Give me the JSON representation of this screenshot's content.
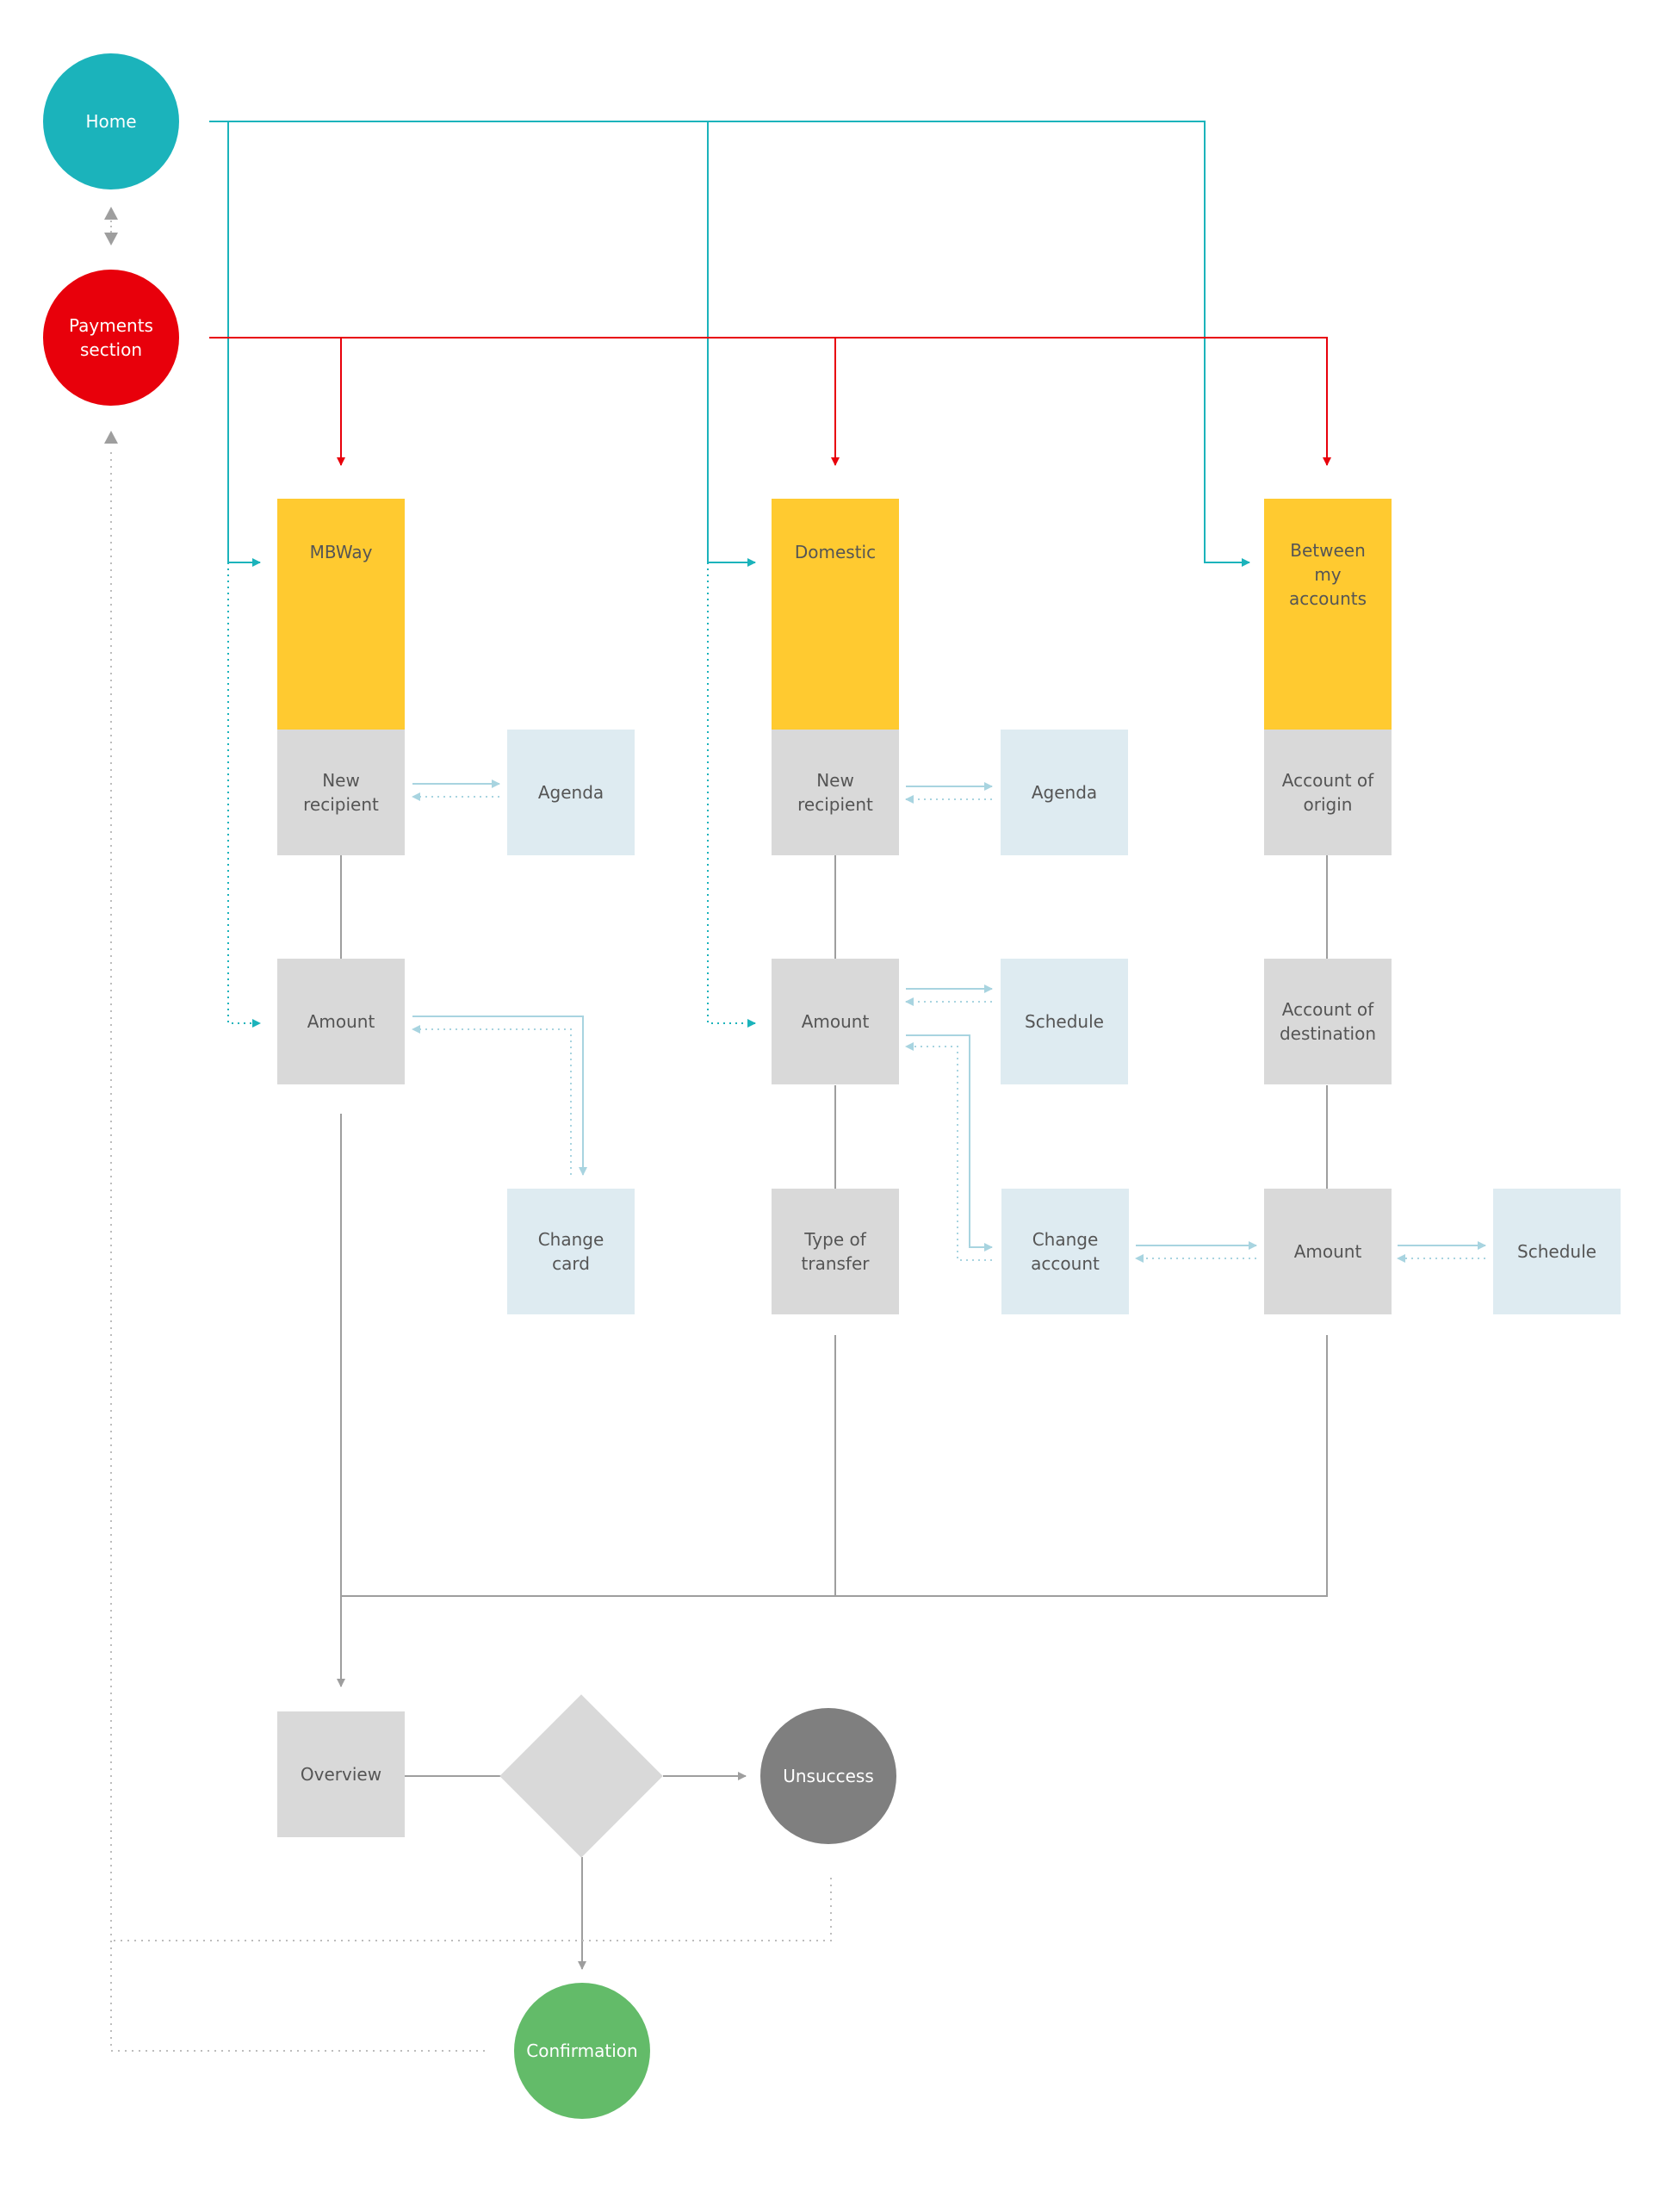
{
  "colors": {
    "teal": "#1bb3bb",
    "red": "#e8000b",
    "yellow": "#ffca30",
    "gray_box": "#d9d9d9",
    "light_blue_box": "#deebf1",
    "dark_gray": "#7f7f7f",
    "green": "#63bb69",
    "connector_gray": "#9e9e9e",
    "connector_light_blue": "#a8d4e0"
  },
  "nodes": {
    "home": "Home",
    "payments_section": "Payments\nsection",
    "mbway": "MBWay",
    "domestic": "Domestic",
    "between_my_accounts": "Between my\naccounts",
    "mbway_new_recipient": "New\nrecipient",
    "mbway_agenda": "Agenda",
    "mbway_amount": "Amount",
    "mbway_change_card": "Change card",
    "domestic_new_recipient": "New\nrecipient",
    "domestic_agenda": "Agenda",
    "domestic_amount": "Amount",
    "domestic_schedule": "Schedule",
    "domestic_type_of_transfer": "Type of\ntransfer",
    "change_account": "Change\naccount",
    "account_of_origin": "Account of\norigin",
    "account_of_destination": "Account of\ndestination",
    "between_amount": "Amount",
    "between_schedule": "Schedule",
    "overview": "Overview",
    "unsuccess": "Unsuccess",
    "confirmation": "Confirmation"
  }
}
